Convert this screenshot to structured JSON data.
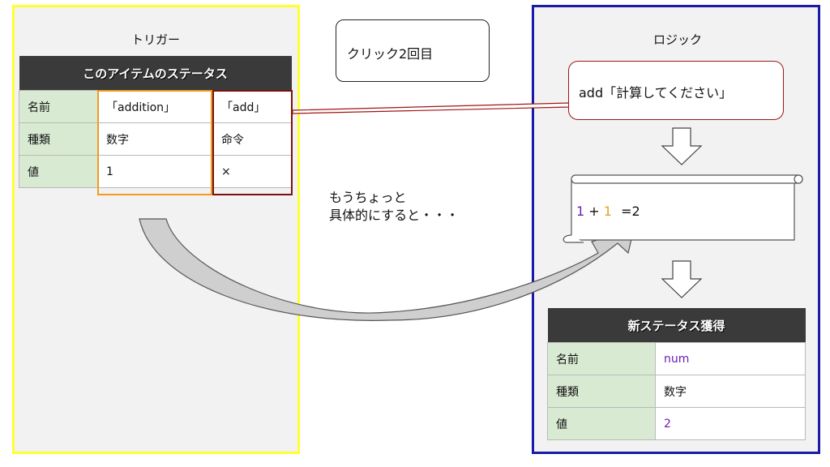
{
  "trigger": {
    "title": "トリガー",
    "table_header": "このアイテムのステータス",
    "rows": [
      {
        "label": "名前",
        "col1": "「addition」",
        "col2": "「add」"
      },
      {
        "label": "種類",
        "col1": "数字",
        "col2": "命令"
      },
      {
        "label": "値",
        "col1": "1",
        "col2": "×"
      }
    ]
  },
  "logic": {
    "title": "ロジック",
    "callout": "add「計算してください」",
    "formula": {
      "a": "1",
      "plus": "+",
      "b": "1",
      "result": "=2"
    },
    "table_header": "新ステータス獲得",
    "rows": [
      {
        "label": "名前",
        "value": "num"
      },
      {
        "label": "種類",
        "value": "数字"
      },
      {
        "label": "値",
        "value": "2"
      }
    ]
  },
  "click_label": "クリック2回目",
  "explain": {
    "line1": "もうちょっと",
    "line2": "具体的にすると・・・"
  },
  "colors": {
    "trigger_border": "#ffff33",
    "logic_border": "#1a1aa6",
    "highlight_orange": "#f29b1f",
    "highlight_red": "#7a1010",
    "label_cell": "#d9ead3",
    "header_bg": "#3a3a3a",
    "value_purple": "#6a1fb5"
  }
}
